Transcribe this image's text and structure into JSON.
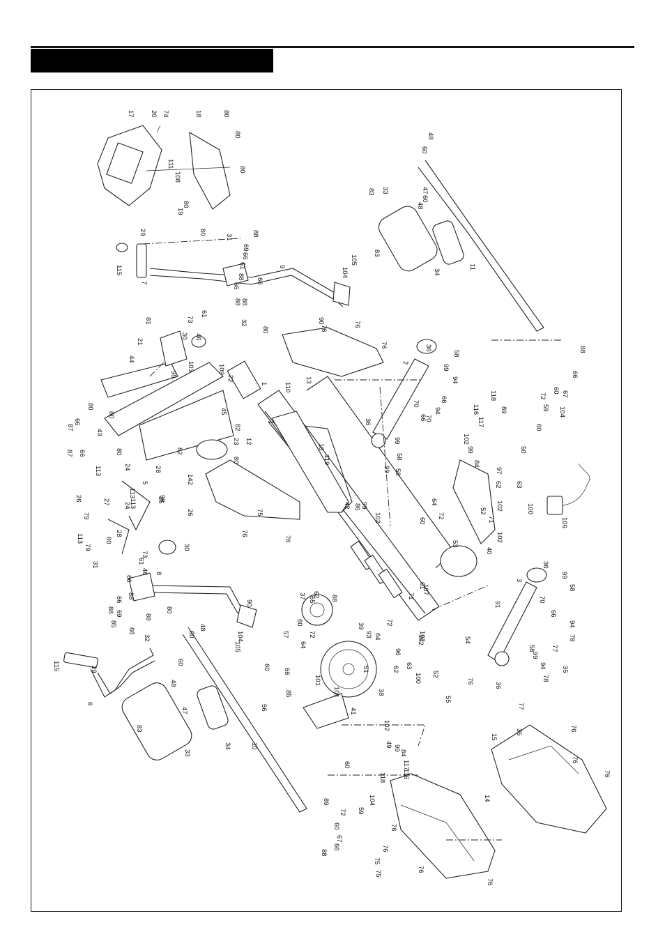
{
  "header": {
    "title": ""
  },
  "diagram": {
    "labels": [
      "17",
      "20",
      "74",
      "111",
      "108",
      "19",
      "80",
      "18",
      "80",
      "80",
      "80",
      "29",
      "115",
      "7",
      "80",
      "31",
      "88",
      "69",
      "66",
      "61",
      "88",
      "66",
      "9",
      "104",
      "105",
      "90",
      "66",
      "88",
      "80",
      "32",
      "88",
      "81",
      "30",
      "73",
      "46",
      "61",
      "21",
      "44",
      "103",
      "109",
      "95",
      "22",
      "45",
      "82",
      "82",
      "23",
      "80",
      "12",
      "75",
      "76",
      "76",
      "80",
      "66",
      "87",
      "87",
      "66",
      "43",
      "80",
      "80",
      "113",
      "24",
      "142",
      "28",
      "25",
      "26",
      "113",
      "79",
      "27",
      "5",
      "113",
      "98",
      "26",
      "30",
      "113",
      "79",
      "24",
      "31",
      "80",
      "28",
      "61",
      "73",
      "46",
      "66",
      "88",
      "66",
      "69",
      "88",
      "66",
      "85",
      "80",
      "32",
      "88",
      "8",
      "90",
      "104",
      "105",
      "1",
      "110",
      "13",
      "76",
      "76",
      "76",
      "16",
      "119",
      "99",
      "58",
      "42",
      "86",
      "99",
      "102",
      "60",
      "72",
      "64",
      "52",
      "40",
      "53",
      "60",
      "48",
      "47",
      "60",
      "48",
      "83",
      "33",
      "83",
      "34",
      "11",
      "36",
      "58",
      "99",
      "2",
      "70",
      "66",
      "94",
      "58",
      "99",
      "36",
      "94",
      "66",
      "70",
      "89",
      "116",
      "118",
      "117",
      "102",
      "99",
      "84",
      "50",
      "60",
      "104",
      "59",
      "72",
      "60",
      "67",
      "66",
      "88",
      "62",
      "97",
      "63",
      "102",
      "71",
      "102",
      "100",
      "106",
      "60",
      "56",
      "66",
      "85",
      "64",
      "57",
      "60",
      "72",
      "65",
      "88",
      "37",
      "62",
      "39",
      "93",
      "51",
      "38",
      "101",
      "101",
      "41",
      "61",
      "72",
      "64",
      "102",
      "71",
      "91",
      "107",
      "54",
      "76",
      "55",
      "96",
      "62",
      "63",
      "100",
      "102",
      "52",
      "36",
      "3",
      "36",
      "99",
      "58",
      "70",
      "66",
      "94",
      "78",
      "77",
      "35",
      "99",
      "58",
      "94",
      "78",
      "77",
      "35",
      "115",
      "29",
      "6",
      "60",
      "48",
      "47",
      "60",
      "48",
      "83",
      "33",
      "34",
      "10",
      "102",
      "49",
      "99",
      "84",
      "117",
      "116",
      "118",
      "60",
      "89",
      "104",
      "59",
      "72",
      "60",
      "67",
      "66",
      "88",
      "14",
      "75",
      "76",
      "76",
      "75",
      "76",
      "15",
      "76",
      "76",
      "76",
      "76"
    ]
  }
}
